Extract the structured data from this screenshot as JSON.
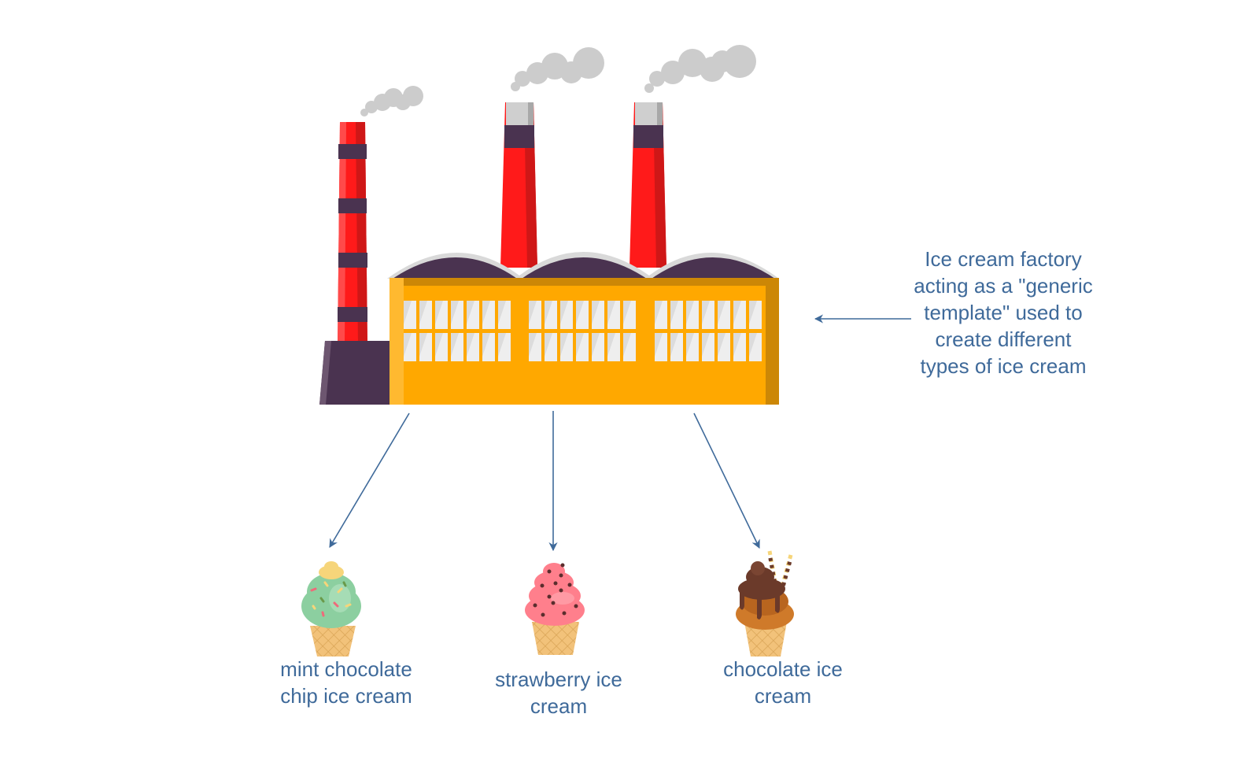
{
  "diagram": {
    "colors": {
      "text": "#3f6a9a",
      "arrow": "#3f6a9a",
      "chimney_red": "#ff1a1a",
      "chimney_band": "#4a3350",
      "roof": "#4a3350",
      "building": "#ffa800",
      "window": "#ececec",
      "smoke": "#cccccc"
    },
    "factory": {
      "icon": "factory-icon",
      "label": "Ice cream factory\nacting as a \"generic\ntemplate\" used to\ncreate different\ntypes of ice cream"
    },
    "products": [
      {
        "icon": "mint-ice-cream-icon",
        "label": "mint chocolate\nchip ice cream"
      },
      {
        "icon": "strawberry-ice-cream-icon",
        "label": "strawberry ice\ncream"
      },
      {
        "icon": "chocolate-ice-cream-icon",
        "label": "chocolate ice\ncream"
      }
    ],
    "edges": [
      {
        "from": "label",
        "to": "factory"
      },
      {
        "from": "factory",
        "to": "mint chocolate chip ice cream"
      },
      {
        "from": "factory",
        "to": "strawberry ice cream"
      },
      {
        "from": "factory",
        "to": "chocolate ice cream"
      }
    ]
  }
}
